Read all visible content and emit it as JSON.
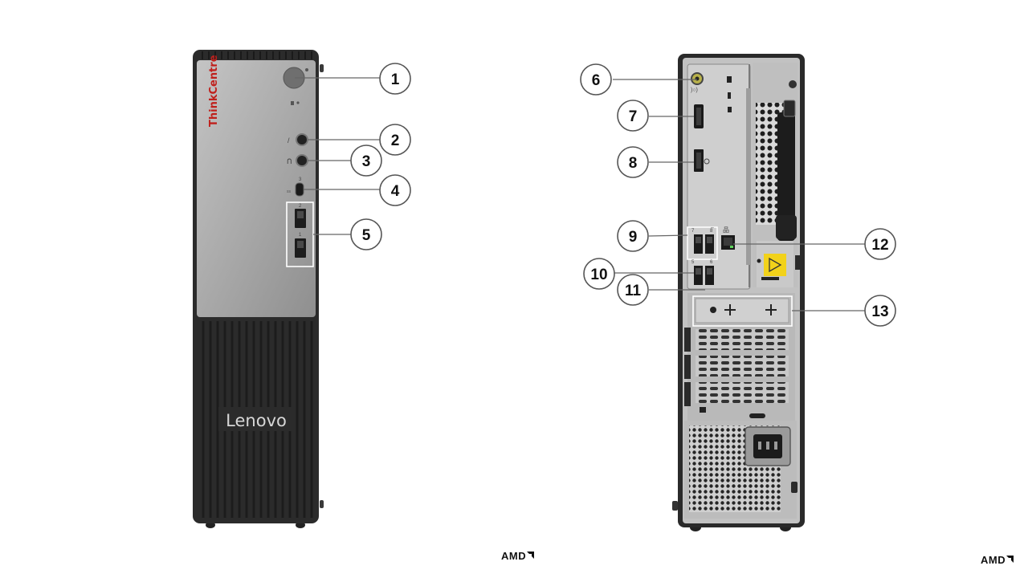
{
  "front": {
    "brand": "ThinkCentre",
    "logo": "Lenovo",
    "usb_labels": [
      "2",
      "1"
    ],
    "typec_label": "3"
  },
  "rear": {
    "usb_top_labels": [
      "7",
      "8"
    ],
    "usb_bottom_labels": [
      "5",
      "6"
    ]
  },
  "callouts": [
    {
      "id": 1,
      "label": "1"
    },
    {
      "id": 2,
      "label": "2"
    },
    {
      "id": 3,
      "label": "3"
    },
    {
      "id": 4,
      "label": "4"
    },
    {
      "id": 5,
      "label": "5"
    },
    {
      "id": 6,
      "label": "6"
    },
    {
      "id": 7,
      "label": "7"
    },
    {
      "id": 8,
      "label": "8"
    },
    {
      "id": 9,
      "label": "9"
    },
    {
      "id": 10,
      "label": "10"
    },
    {
      "id": 11,
      "label": "11"
    },
    {
      "id": 12,
      "label": "12"
    },
    {
      "id": 13,
      "label": "13"
    }
  ],
  "footer": {
    "amd_center": "AMD",
    "amd_right": "AMD"
  },
  "colors": {
    "front_panel": "#a9a9a9",
    "chassis_dark": "#2e2e2e",
    "rear_metal": "#bdbdbd",
    "warning_yellow": "#f2d21a",
    "callout_stroke": "#555555"
  }
}
